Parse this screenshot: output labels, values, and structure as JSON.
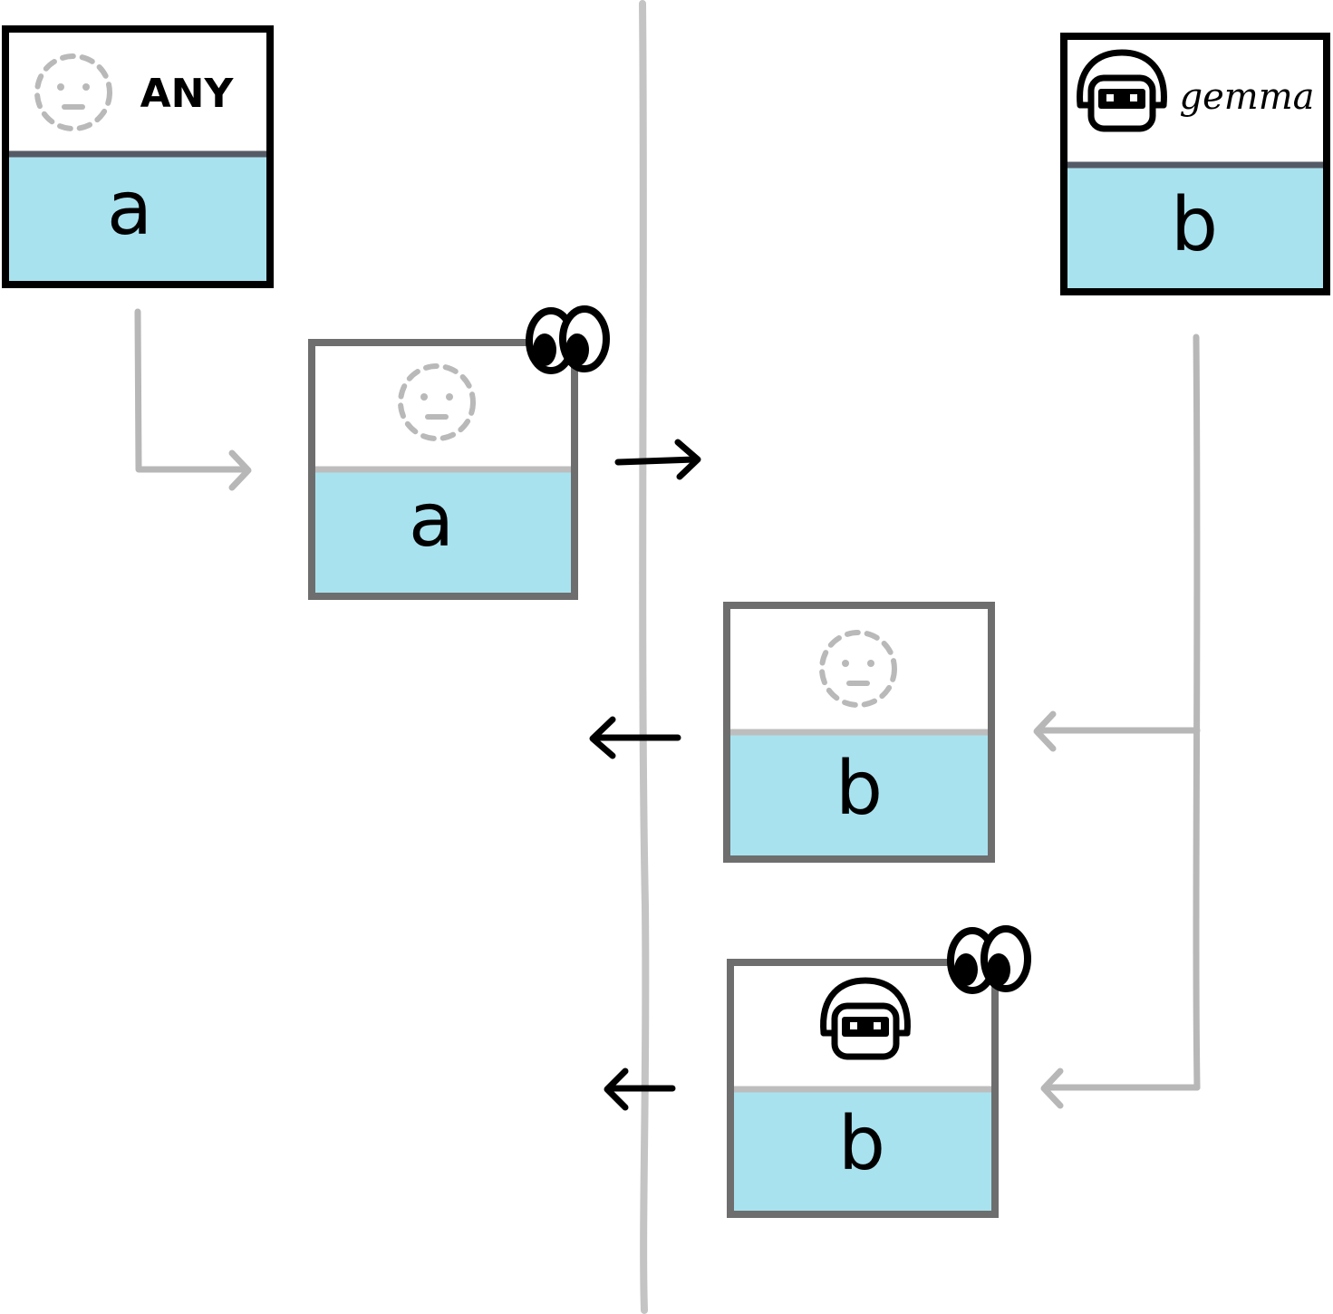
{
  "colors": {
    "ink": "#000000",
    "frame_gray": "#6e6e6e",
    "divider_gray": "#c4c4c4",
    "connector_gray": "#b7b7b7",
    "value_blue": "#a9e2ef",
    "header_rule": "#555b66",
    "header_rule_light": "#bdbdbd",
    "placeholder_gray": "#b9b9b9"
  },
  "cards": {
    "source_left": {
      "header_label": "ANY",
      "value": "a",
      "icon": "dashed-circle-icon"
    },
    "source_right": {
      "header_label": "gemma",
      "value": "b",
      "icon": "robot-head-icon"
    },
    "msg_a": {
      "value": "a",
      "icon": "dashed-circle-icon",
      "badge": "eyes-icon"
    },
    "msg_b_anon": {
      "value": "b",
      "icon": "dashed-circle-icon"
    },
    "msg_b_gemma": {
      "value": "b",
      "icon": "robot-head-icon",
      "badge": "eyes-icon"
    }
  }
}
